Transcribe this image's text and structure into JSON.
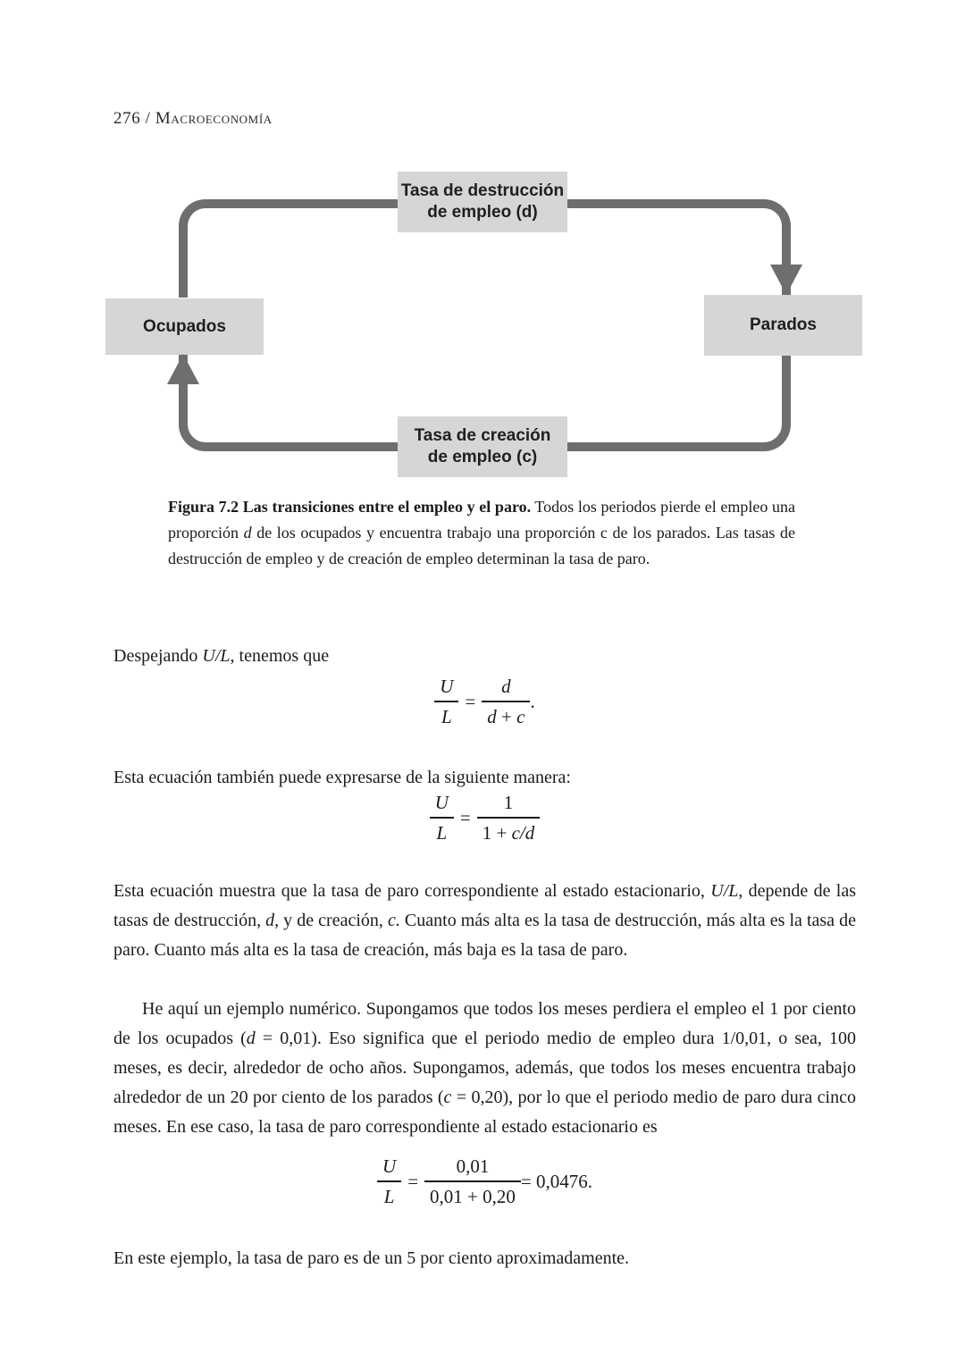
{
  "header": {
    "text": "276 / Macroeconomía"
  },
  "colors": {
    "box_fill": "#d6d6d6",
    "flow_gray": "#6e6e6e",
    "ink": "#1b1b1b",
    "page_bg": "#ffffff"
  },
  "diagram": {
    "boxes": {
      "ocupados": "Ocupados",
      "parados": "Parados",
      "destruccion_line1": "Tasa de destrucción",
      "destruccion_line2": "de empleo (d)",
      "creacion_line1": "Tasa de creación",
      "creacion_line2": "de empleo (c)"
    }
  },
  "caption": {
    "segments": [
      {
        "t": "Figura 7.2 Las transiciones entre el empleo y el paro.",
        "b": 1
      },
      {
        "t": " Todos los periodos pierde el empleo una proporción "
      },
      {
        "t": "d",
        "i": 1
      },
      {
        "t": " de los ocupados y encuentra trabajo una proporción c de los parados. Las tasas de destrucción de empleo y de creación de empleo determinan la tasa de paro."
      }
    ]
  },
  "body": {
    "intro1": [
      {
        "t": "Despejando "
      },
      {
        "t": "U/L,",
        "i": 1
      },
      {
        "t": " tenemos que"
      }
    ],
    "intro2": [
      {
        "t": "Esta ecuación también puede expresarse de la siguiente manera:"
      }
    ],
    "para1": [
      {
        "t": "Esta ecuación muestra que la tasa de paro correspondiente al estado estacionario, "
      },
      {
        "t": "U/L,",
        "i": 1
      },
      {
        "t": " depende de las tasas de destrucción, "
      },
      {
        "t": "d,",
        "i": 1
      },
      {
        "t": " y de creación, "
      },
      {
        "t": "c.",
        "i": 1
      },
      {
        "t": " Cuanto más alta es la tasa de destrucción, más alta es la tasa de paro. Cuanto más alta es la tasa de creación, más baja es la tasa de paro."
      }
    ],
    "para2": [
      {
        "t": "He aquí un ejemplo numérico. Supongamos que todos los meses perdiera el empleo el 1 por ciento de los ocupados ("
      },
      {
        "t": "d",
        "i": 1
      },
      {
        "t": " = 0,01). Eso significa que el periodo medio de empleo dura 1/0,01, o sea, 100 meses, es decir, alrededor de ocho años. Supongamos, además, que todos los meses encuentra trabajo alrededor de un 20 por ciento de los parados ("
      },
      {
        "t": "c",
        "i": 1
      },
      {
        "t": " = 0,20), por lo que el periodo medio de paro dura cinco meses. En ese caso, la tasa de paro correspondiente al estado estacionario es"
      }
    ],
    "final": [
      {
        "t": "En este ejemplo, la tasa de paro es de un 5 por ciento aproximadamente."
      }
    ]
  },
  "formulas": {
    "f1": {
      "lhs_num": [
        {
          "t": "U",
          "i": 1
        }
      ],
      "lhs_den": [
        {
          "t": "L",
          "i": 1
        }
      ],
      "eq": "=",
      "rhs_num": [
        {
          "t": "d",
          "i": 1
        }
      ],
      "rhs_den": [
        {
          "t": "d",
          "i": 1
        },
        {
          "t": " + "
        },
        {
          "t": "c",
          "i": 1
        }
      ],
      "tail": [
        {
          "t": "."
        }
      ]
    },
    "f2": {
      "lhs_num": [
        {
          "t": "U",
          "i": 1
        }
      ],
      "lhs_den": [
        {
          "t": "L",
          "i": 1
        }
      ],
      "eq": "=",
      "rhs_num": [
        {
          "t": "1"
        }
      ],
      "rhs_den": [
        {
          "t": "1 + "
        },
        {
          "t": "c/d",
          "i": 1
        }
      ],
      "tail": []
    },
    "f3": {
      "lhs_num": [
        {
          "t": "U",
          "i": 1
        }
      ],
      "lhs_den": [
        {
          "t": "L",
          "i": 1
        }
      ],
      "eq": "=",
      "rhs_num": [
        {
          "t": "0,01"
        }
      ],
      "rhs_den": [
        {
          "t": "0,01 + 0,20"
        }
      ],
      "tail": [
        {
          "t": " = 0,0476."
        }
      ]
    }
  }
}
